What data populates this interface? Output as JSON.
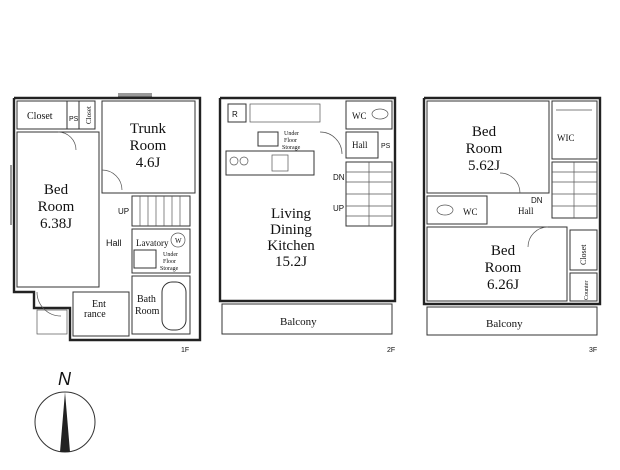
{
  "floors": {
    "f1": {
      "label": "1F",
      "bedroom": {
        "line1": "Bed",
        "line2": "Room",
        "line3": "6.38J"
      },
      "closet": "Closet",
      "ps": "PS",
      "closet_small": "Closet",
      "trunk": {
        "line1": "Trunk",
        "line2": "Room",
        "line3": "4.6J"
      },
      "up": "UP",
      "hall": "Hall",
      "lavatory": "Lavatory",
      "w": "W",
      "under_floor": {
        "line1": "Under",
        "line2": "Floor",
        "line3": "Storage"
      },
      "bath": {
        "line1": "Bath",
        "line2": "Room"
      },
      "entrance": {
        "line1": "Ent",
        "line2": "rance"
      }
    },
    "f2": {
      "label": "2F",
      "ldk": {
        "line1": "Living",
        "line2": "Dining",
        "line3": "Kitchen",
        "line4": "15.2J"
      },
      "r_mark": "R",
      "under_floor": {
        "line1": "Under",
        "line2": "Floor",
        "line3": "Storage"
      },
      "wc": "WC",
      "hall": "Hall",
      "ps": "PS",
      "dn": "DN",
      "up": "UP",
      "balcony": "Balcony"
    },
    "f3": {
      "label": "3F",
      "bedroom1": {
        "line1": "Bed",
        "line2": "Room",
        "line3": "5.62J"
      },
      "wic": "WIC",
      "wc": "WC",
      "dn": "DN",
      "hall": "Hall",
      "bedroom2": {
        "line1": "Bed",
        "line2": "Room",
        "line3": "6.26J"
      },
      "closet": "Closet",
      "counter": "Counter",
      "balcony": "Balcony"
    }
  },
  "compass": {
    "north": "N"
  }
}
